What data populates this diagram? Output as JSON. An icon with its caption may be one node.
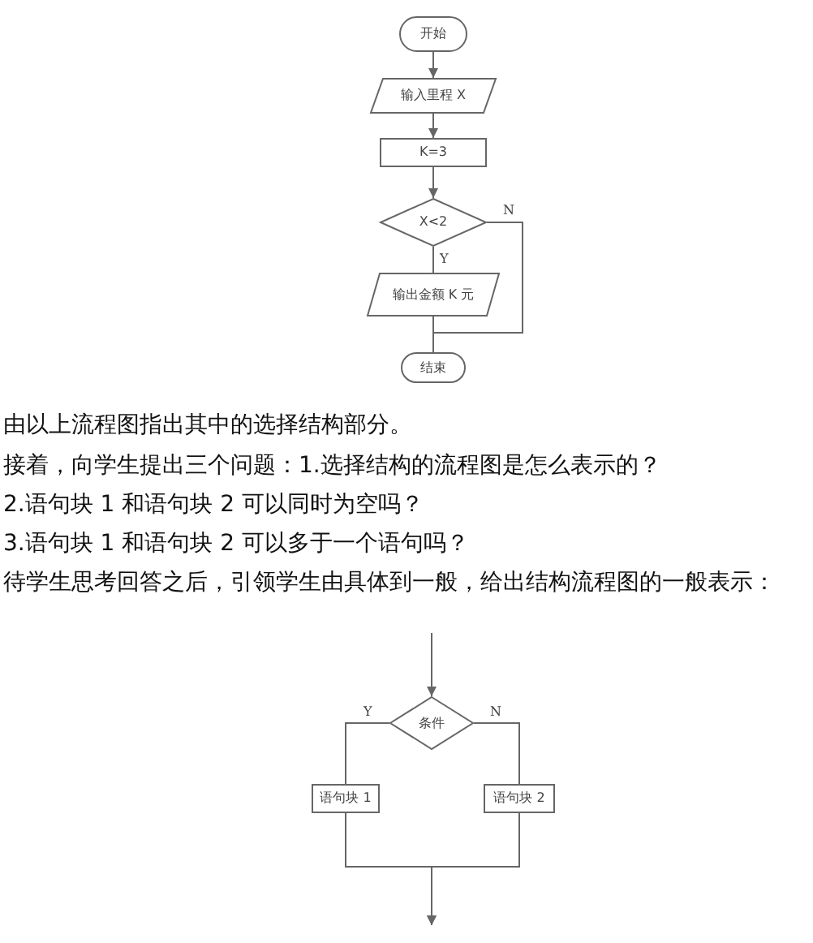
{
  "diagram": {
    "nodes": [
      {
        "text": [
          "开始"
        ]
      },
      {
        "text": [
          "输入里程 X"
        ]
      },
      {
        "text": [
          "K=3"
        ]
      },
      {
        "text": [
          "X<2"
        ]
      },
      {
        "text": [
          "输出金额 K 元"
        ]
      },
      {
        "text": [
          "结束"
        ]
      },
      {
        "text": [
          "条件"
        ]
      },
      {
        "text": [
          "语句块 1"
        ]
      },
      {
        "text": [
          "语句块 2"
        ]
      }
    ],
    "edges": [
      {
        "from": 0,
        "to": 1,
        "arrow": "to"
      },
      {
        "from": 1,
        "to": 2,
        "arrow": "to"
      },
      {
        "from": 2,
        "to": 3,
        "arrow": "to"
      },
      {
        "from": 3,
        "to": 4,
        "arrow": "none",
        "label": "Y"
      },
      {
        "from": 4,
        "to": 5,
        "arrow": "none"
      },
      {
        "from": 3,
        "to": 5,
        "arrow": "none",
        "label": "N"
      },
      {
        "from": null,
        "to": 6,
        "arrow": "to"
      },
      {
        "from": 6,
        "to": 7,
        "arrow": "none",
        "label": "Y"
      },
      {
        "from": 6,
        "to": 8,
        "arrow": "none",
        "label": "N"
      },
      {
        "from": 7,
        "to": null,
        "arrow": "to"
      },
      {
        "from": 8,
        "to": null,
        "arrow": "to"
      }
    ],
    "labels": [
      "由以上流程图指出其中的选择结构部分。",
      "接着，向学生提出三个问题：1.选择结构的流程图是怎么表示的？",
      "2.语句块 1 和语句块 2 可以同时为空吗？",
      "3.语句块 1 和语句块 2 可以多于一个语句吗？",
      "待学生思考回答之后，引领学生由具体到一般，给出结构流程图的一般表示："
    ]
  }
}
